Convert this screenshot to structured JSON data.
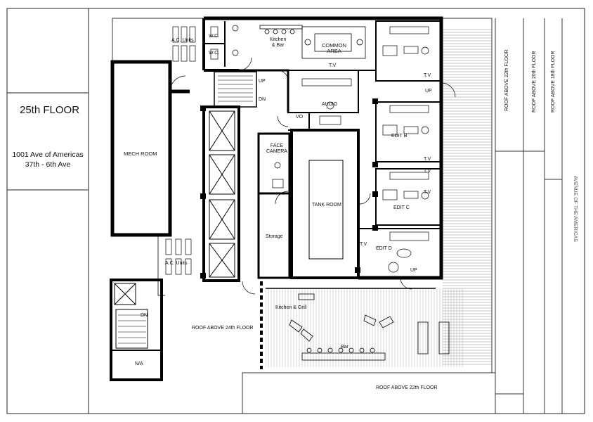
{
  "title_block": {
    "floor": "25th FLOOR",
    "address_line1": "1001 Ave of Americas",
    "address_line2": "37th - 6th Ave"
  },
  "rooms": {
    "ac_units_top": "A.C. Units",
    "ac_units_bottom": "A.C. Units",
    "wc_1": "W.C.",
    "wc_2": "W.C.",
    "kitchen_bar": "Kitchen\n& Bar",
    "common_area": "COMMON\nAREA",
    "tv_common": "T.V",
    "mech_room": "MECH ROOM",
    "up_stair": "UP",
    "dn_stair": "DN",
    "audio": "AUDIO",
    "vo": "VO",
    "face_camera": "FACE\nCAMERA",
    "tank_room": "TANK ROOM",
    "storage": "Storage",
    "edit_b": "EDIT B",
    "edit_c": "EDIT C",
    "edit_d": "EDIT D",
    "tv_1": "T.V",
    "tv_2": "T.V",
    "tv_3": "T.V",
    "tv_4": "T.V",
    "tv_edit_d": "T.V",
    "up_right": "UP",
    "up_bottom": "UP",
    "kitchen_grill": "Kitchen & Grill",
    "bar": "Bar",
    "na": "N/A",
    "dn_lower": "DN"
  },
  "roof_labels": {
    "roof_24th": "ROOF ABOVE 24th FLOOR",
    "roof_22nd_bottom": "ROOF ABOVE 22th FLOOR",
    "roof_22nd_right": "ROOF ABOVE 22th FLOOR",
    "roof_20th_right": "ROOF ABOVE 20th FLOOR",
    "roof_18th_right": "ROOF ABOVE 18th FLOOR",
    "avenue": "AVENUE OF THE AMERICAS"
  }
}
